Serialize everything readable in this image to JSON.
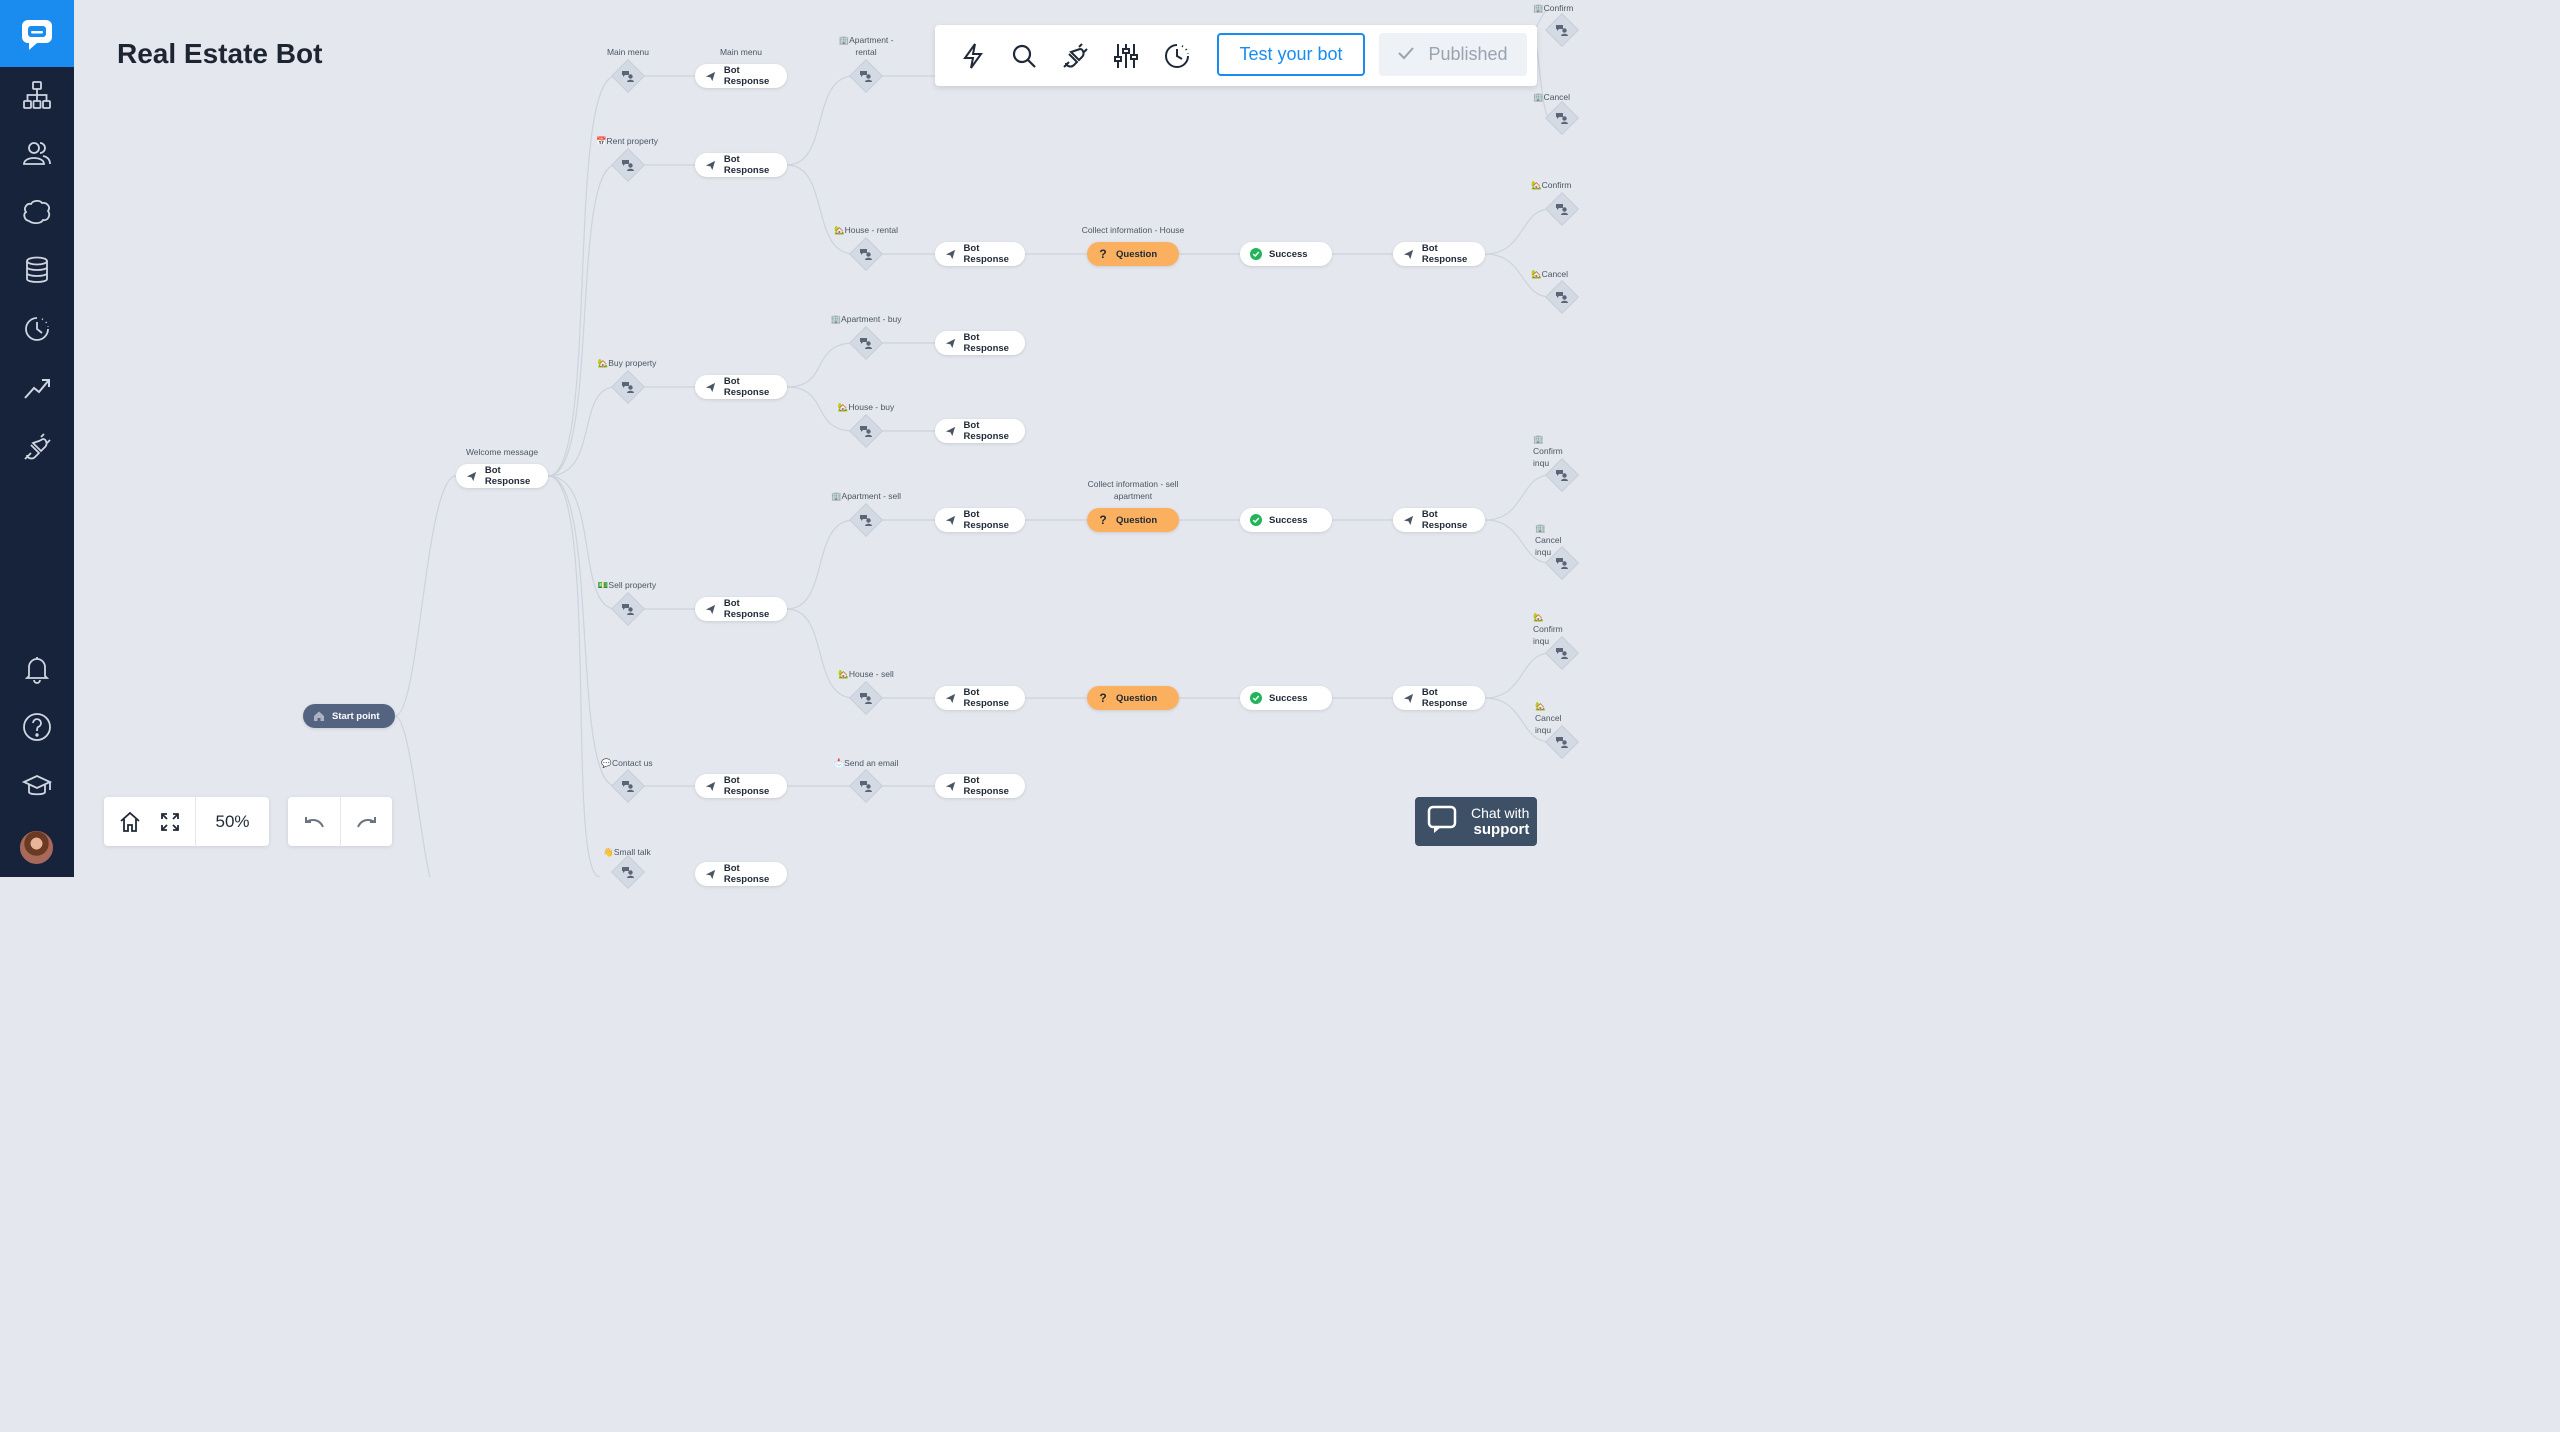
{
  "app": {
    "title": "Real Estate Bot"
  },
  "toolbar": {
    "test_label": "Test your bot",
    "published_label": "Published",
    "icons": [
      "lightning-icon",
      "search-icon",
      "plug-icon",
      "sliders-icon",
      "history-icon"
    ]
  },
  "sidebar": {
    "items": [
      "chatbot-logo",
      "flow-icon",
      "audience-icon",
      "brain-icon",
      "database-icon",
      "history-icon",
      "analytics-icon",
      "integrations-icon",
      "bell-icon",
      "help-icon",
      "academy-icon"
    ]
  },
  "controls": {
    "zoom": "50%",
    "chat_line1": "Chat with",
    "chat_line2": "support"
  },
  "flow": {
    "start": "Start point",
    "welcome_label": "Welcome message",
    "bot_response": "Bot Response",
    "question": "Question",
    "success": "Success",
    "labels": {
      "main_menu": "Main menu",
      "main_menu_2": "Main menu",
      "rent_property": "📅Rent property",
      "buy_property": "🏡Buy property",
      "sell_property": "💵Sell property",
      "contact_us": "💬Contact us",
      "small_talk": "👋Small talk",
      "apartment_rental": "🏢Apartment -\nrental",
      "house_rental": "🏡House - rental",
      "apartment_buy": "🏢Apartment - buy",
      "house_buy": "🏡House - buy",
      "apartment_sell": "🏢Apartment - sell",
      "house_sell": "🏡House - sell",
      "send_email": "📩Send an email",
      "collect_house": "Collect information - House",
      "collect_sell_apartment": "Collect information - sell\napartment",
      "confirm_1": "🏢Confirm",
      "cancel_1": "🏢Cancel",
      "confirm_2": "🏡Confirm",
      "cancel_2": "🏡Cancel",
      "confirm_3": "🏢Confirm\ninqu",
      "cancel_3": "🏢Cancel\ninqu",
      "confirm_4": "🏡Confirm\ninqu",
      "cancel_4": "🏡Cancel\ninqu"
    }
  }
}
